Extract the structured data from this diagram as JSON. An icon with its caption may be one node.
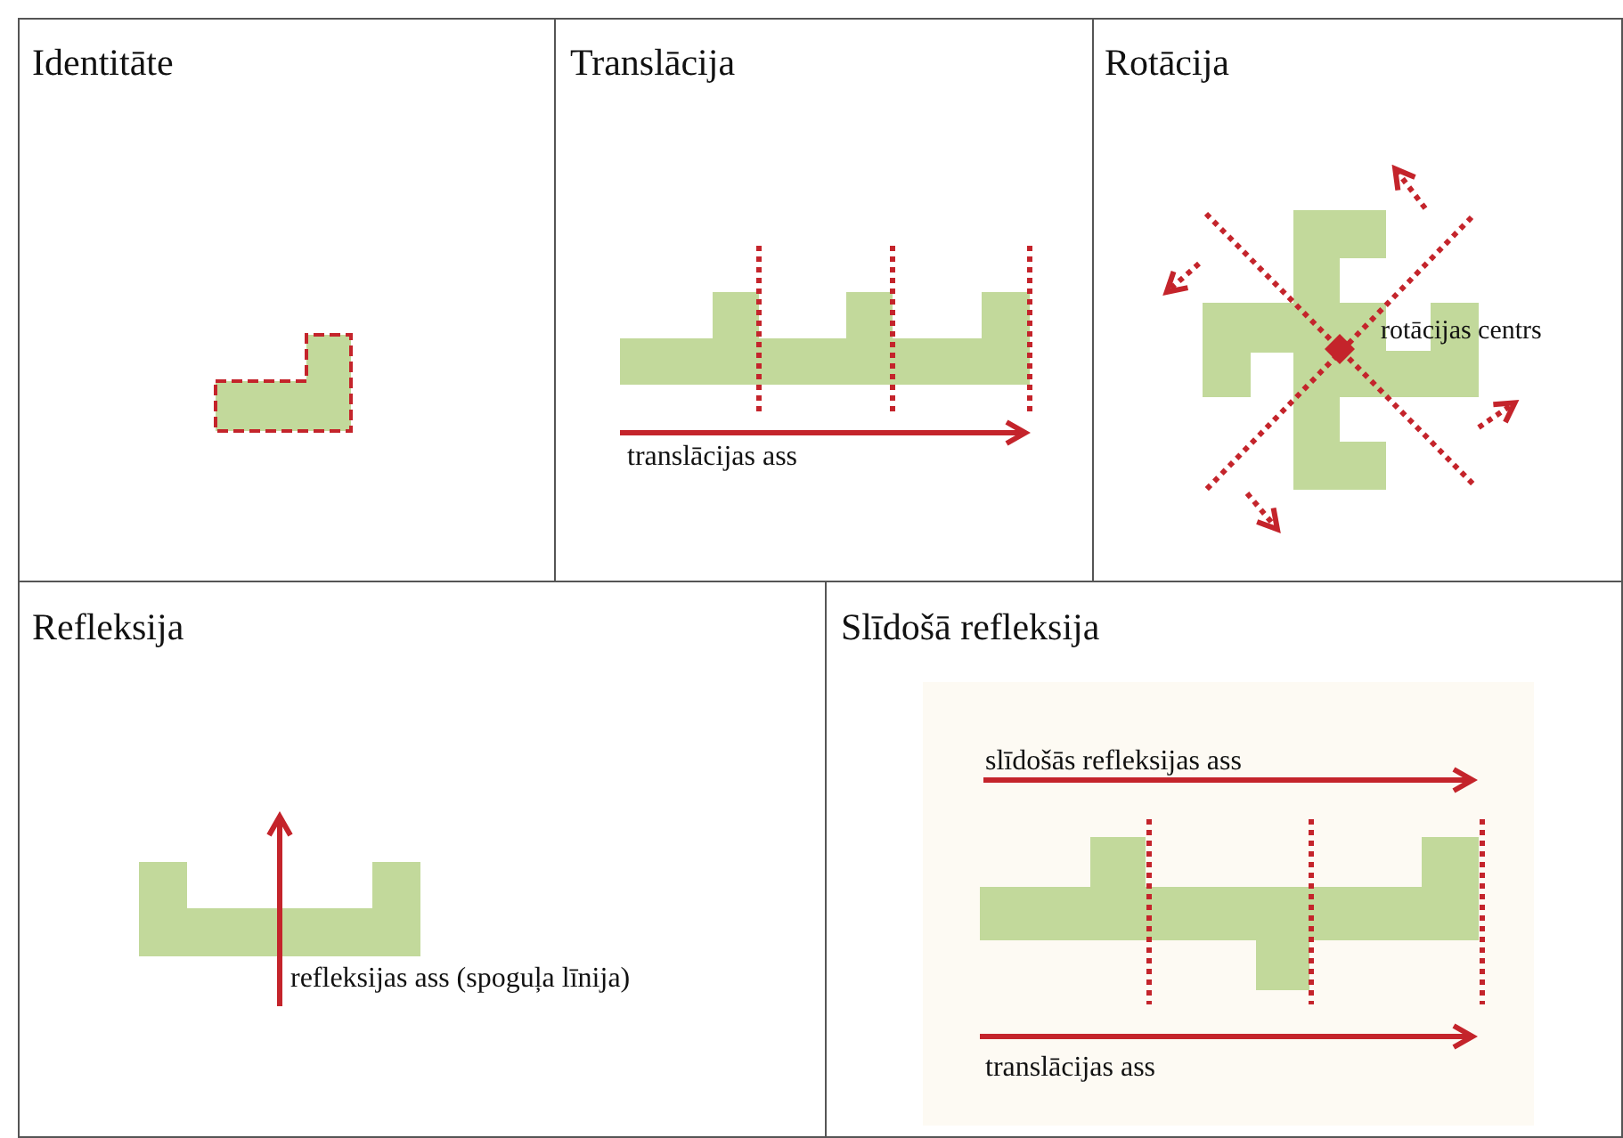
{
  "diagram": {
    "nodes": [
      {
        "text": [
          "Identitāte"
        ]
      },
      {
        "text": [
          "Translācija",
          "translācijas ass"
        ]
      },
      {
        "text": [
          "Rotācija",
          "rotācijas centrs"
        ]
      },
      {
        "text": [
          "Refleksija",
          "refleksijas ass (spoguļa līnija)"
        ]
      },
      {
        "text": [
          "Slīdošā refleksija",
          "slīdošās refleksijas ass",
          "translācijas ass"
        ]
      }
    ]
  }
}
